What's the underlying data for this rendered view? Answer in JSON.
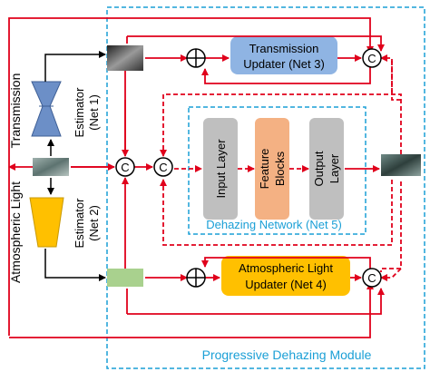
{
  "module_label": "Progressive Dehazing Module",
  "network_label": "Dehazing Network (Net 5)",
  "transmission": {
    "side_label": "Transmission",
    "estimator_label": "Estimator",
    "net_label": "(Net 1)",
    "updater_title": "Transmission",
    "updater_sub": "Updater (Net 3)"
  },
  "atmospheric": {
    "side_label": "Atmospheric Light",
    "estimator_label": "Estimator",
    "net_label": "(Net 2)",
    "updater_title": "Atmospheric Light",
    "updater_sub": "Updater (Net 4)"
  },
  "layers": {
    "input": "Input Layer",
    "feature_1": "Feature",
    "feature_2": "Blocks",
    "output_1": "Output",
    "output_2": "Layer"
  },
  "symbols": {
    "concat": "C",
    "add": "+"
  },
  "colors": {
    "arrow": "#e0001b",
    "module_border": "#1a9fd6",
    "transmission_updater": "#8fb4e3",
    "atmo_updater": "#ffc000",
    "atmo_estimator": "#ffc000",
    "transmission_estimator": "#6c8fc7",
    "feature_blocks": "#f4b183",
    "layer_gray": "#bfbfbf",
    "atmo_map": "#a9d18e"
  }
}
